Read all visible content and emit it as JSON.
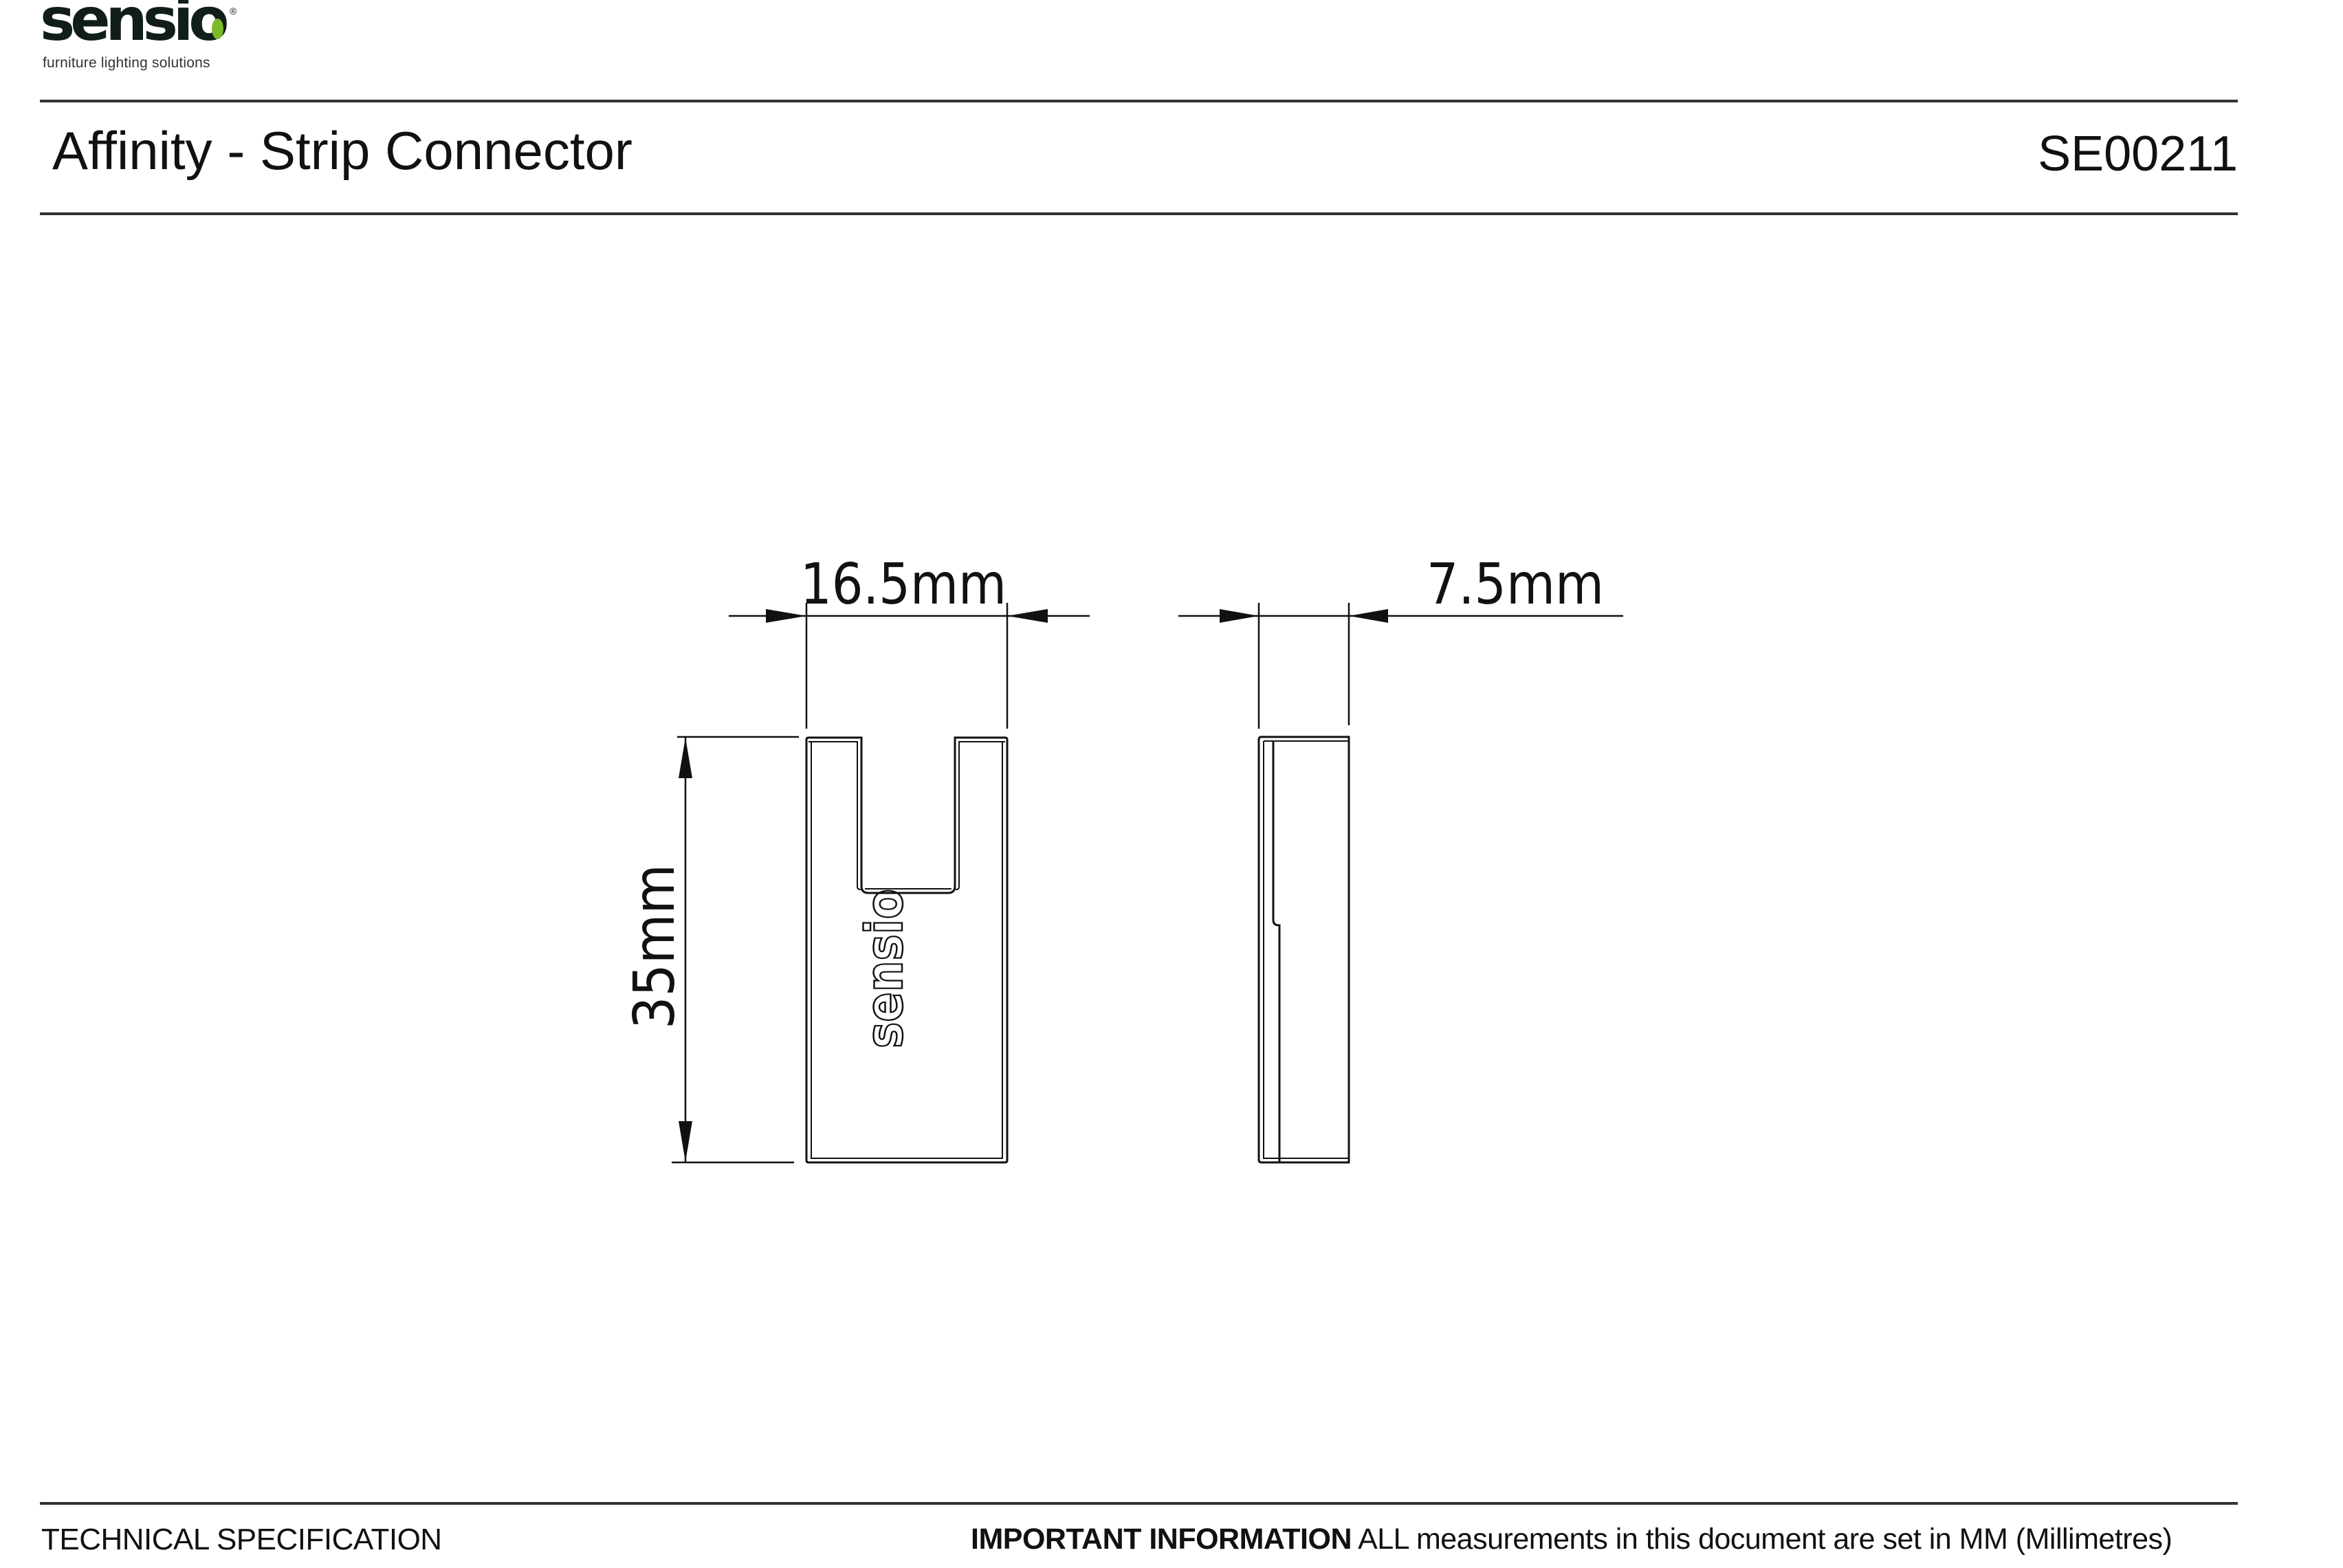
{
  "header": {
    "logo": {
      "wordmark": "sensio",
      "registered_mark": "®",
      "tagline": "furniture lighting solutions",
      "accent_color": "#7ab929"
    },
    "title": "Affinity - Strip Connector",
    "product_code": "SE00211"
  },
  "drawing": {
    "front_view": {
      "width_label": "16.5mm",
      "height_label": "35mm",
      "embossed_logo": "sensio"
    },
    "side_view": {
      "depth_label": "7.5mm"
    }
  },
  "footer": {
    "left_label": "TECHNICAL SPECIFICATION",
    "notice_bold": "IMPORTANT INFORMATION",
    "notice_text": " ALL measurements in this document are set in MM (Millimetres)"
  },
  "colors": {
    "rule": "#333333",
    "text": "#111111",
    "brand_green": "#7ab929"
  }
}
